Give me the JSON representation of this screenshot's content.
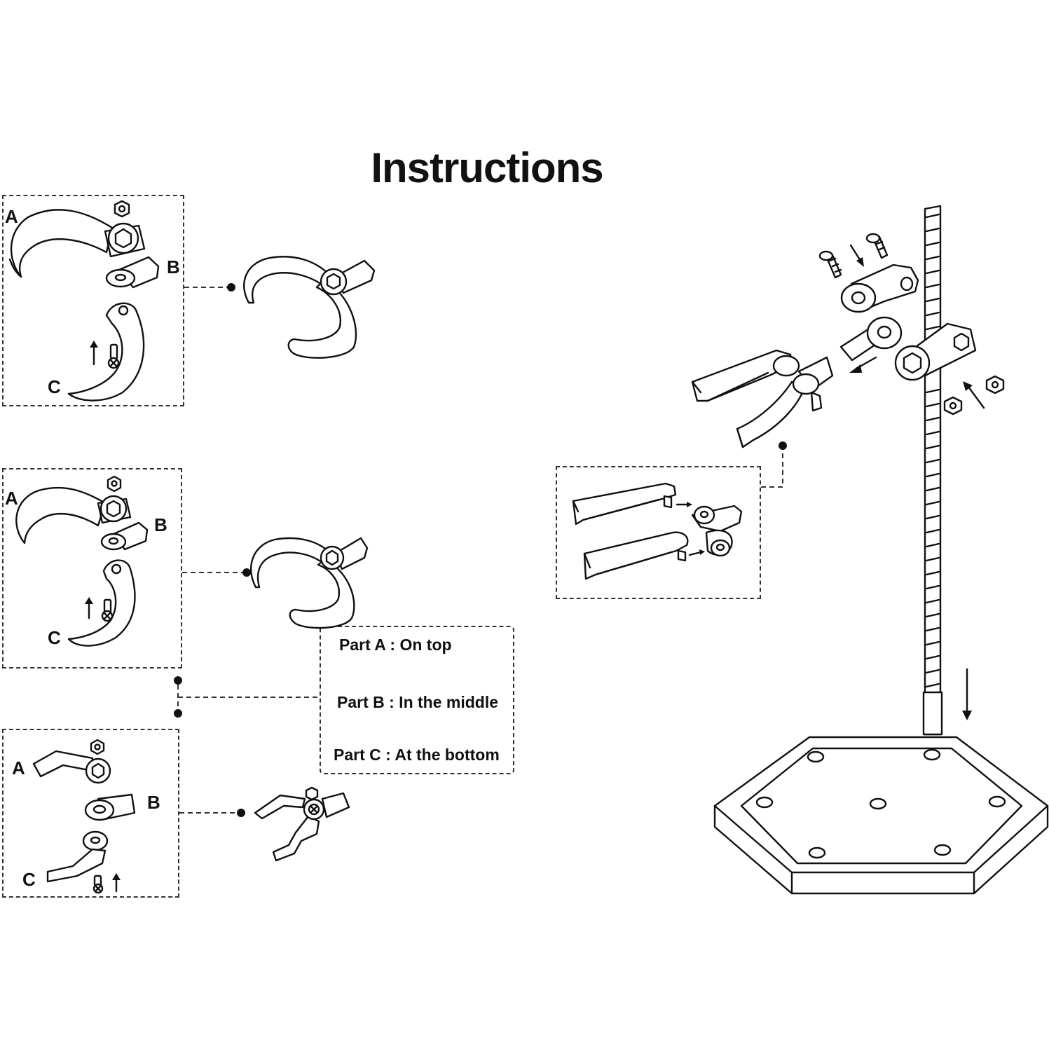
{
  "title": "Instructions",
  "variants": [
    {
      "part_a": "A",
      "part_b": "B",
      "part_c": "C"
    },
    {
      "part_a": "A",
      "part_b": "B",
      "part_c": "C"
    },
    {
      "part_a": "A",
      "part_b": "B",
      "part_c": "C"
    }
  ],
  "legend": [
    "Part A : On top",
    "Part B : In the middle",
    "Part C : At the bottom"
  ]
}
